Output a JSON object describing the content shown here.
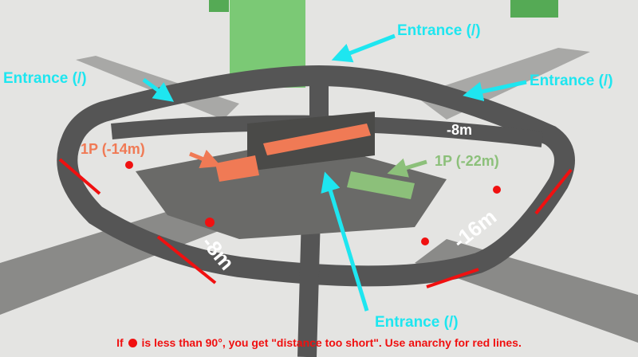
{
  "annotations": {
    "entrance_top": "Entrance (/)",
    "entrance_left": "Entrance (/)",
    "entrance_right": "Entrance (/)",
    "entrance_bottom": "Entrance (/)",
    "parking_orange": "1P (-14m)",
    "parking_green": "1P (-22m)",
    "depth_top_right": "-8m",
    "depth_bottom_left": "-8m",
    "depth_right": "-16m"
  },
  "footer": {
    "prefix": "If",
    "suffix": "is less than 90°, you get \"distance too short\". Use anarchy for red lines."
  },
  "colors": {
    "entrance_arrow": "#1ee6f0",
    "orange_parking": "#f07a55",
    "green_parking": "#8cc07a",
    "red_marker": "#f01010",
    "road": "#555555"
  }
}
